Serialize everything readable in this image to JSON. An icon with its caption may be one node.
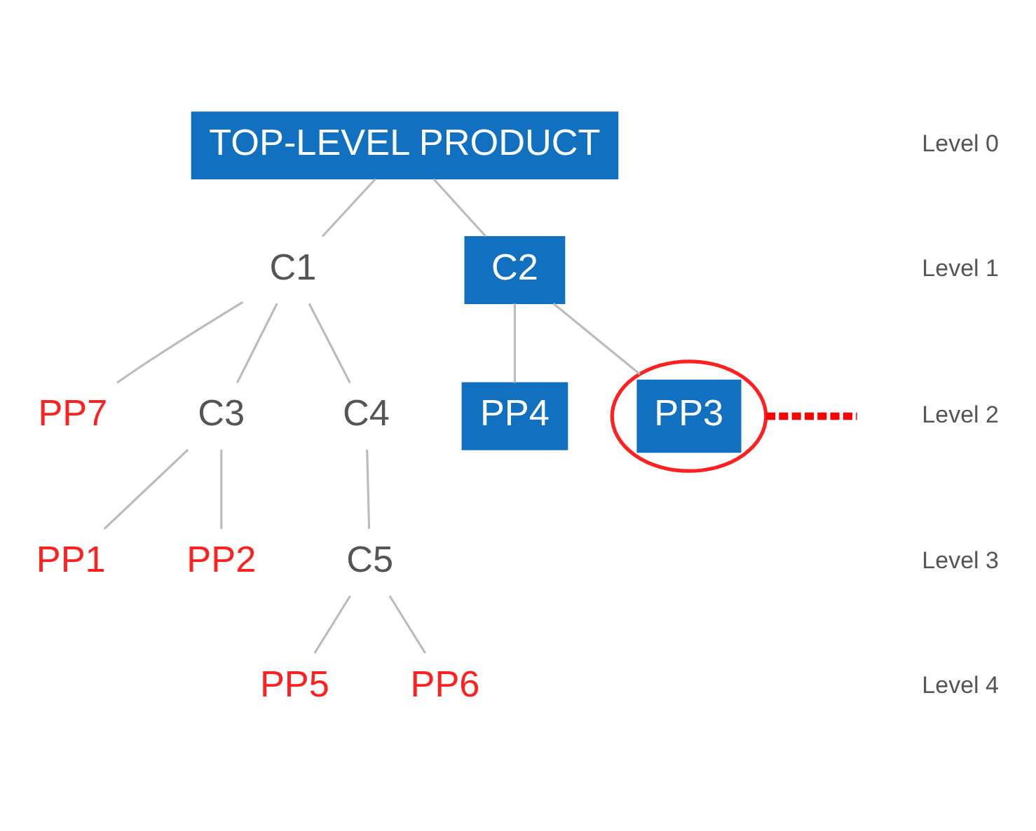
{
  "diagram": {
    "nodes": [
      {
        "text": [
          "TOP-LEVEL PRODUCT"
        ]
      },
      {
        "text": [
          "C1"
        ]
      },
      {
        "text": [
          "C2"
        ]
      },
      {
        "text": [
          "PP7"
        ]
      },
      {
        "text": [
          "C3"
        ]
      },
      {
        "text": [
          "C4"
        ]
      },
      {
        "text": [
          "PP4"
        ]
      },
      {
        "text": [
          "PP3"
        ]
      },
      {
        "text": [
          "PP1"
        ]
      },
      {
        "text": [
          "PP2"
        ]
      },
      {
        "text": [
          "C5"
        ]
      },
      {
        "text": [
          "PP5"
        ]
      },
      {
        "text": [
          "PP6"
        ]
      }
    ],
    "edges": [
      {
        "from": 0,
        "to": 1,
        "arrow": "none"
      },
      {
        "from": 0,
        "to": 2,
        "arrow": "none"
      },
      {
        "from": 1,
        "to": 3,
        "arrow": "none"
      },
      {
        "from": 1,
        "to": 4,
        "arrow": "none"
      },
      {
        "from": 1,
        "to": 5,
        "arrow": "none"
      },
      {
        "from": 2,
        "to": 6,
        "arrow": "none"
      },
      {
        "from": 2,
        "to": 7,
        "arrow": "none"
      },
      {
        "from": 4,
        "to": 8,
        "arrow": "none"
      },
      {
        "from": 4,
        "to": 9,
        "arrow": "none"
      },
      {
        "from": 5,
        "to": 10,
        "arrow": "none"
      },
      {
        "from": 10,
        "to": 11,
        "arrow": "none"
      },
      {
        "from": 10,
        "to": 12,
        "arrow": "none"
      },
      {
        "from": 7,
        "to": null,
        "arrow": "none",
        "style": "dashed",
        "color": "#ff0000"
      }
    ],
    "labels": [
      "Level 0",
      "Level 1",
      "Level 2",
      "Level 3",
      "Level 4"
    ]
  }
}
